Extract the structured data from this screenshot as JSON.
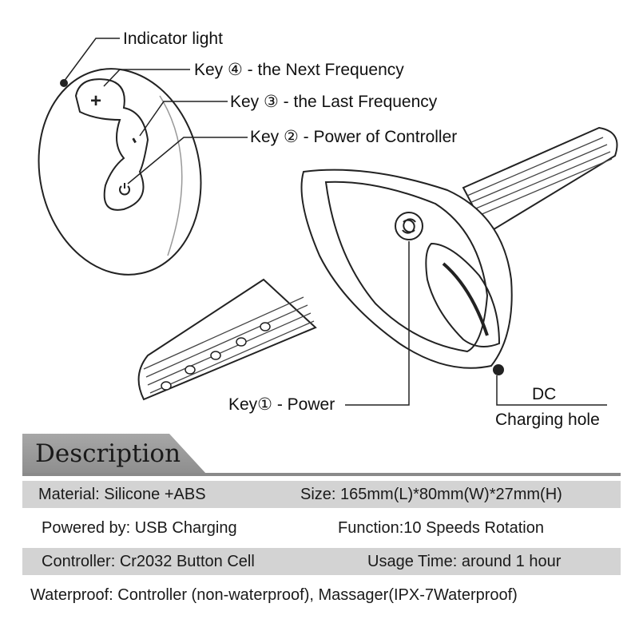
{
  "callouts": {
    "indicator": "Indicator light",
    "key4": "Key ④ - the Next Frequency",
    "key3": "Key ③ - the Last Frequency",
    "key2": "Key ② - Power of Controller",
    "key1": "Key① - Power",
    "dc": "DC",
    "charging": "Charging hole"
  },
  "controller_buttons": {
    "plus": "+",
    "minus": "-"
  },
  "description": {
    "title": "Description",
    "rows": [
      {
        "left": "Material: Silicone +ABS",
        "right": "Size: 165mm(L)*80mm(W)*27mm(H)"
      },
      {
        "left": "Powered by: USB Charging",
        "right": "Function:10 Speeds Rotation"
      },
      {
        "left": "Controller: Cr2032 Button Cell",
        "right": "Usage Time: around 1 hour"
      },
      {
        "full": "Waterproof: Controller (non-waterproof), Massager(IPX-7Waterproof)"
      }
    ]
  },
  "colors": {
    "outline": "#222222",
    "row_shade": "#d3d3d3",
    "tab": "#9a9a9a"
  }
}
